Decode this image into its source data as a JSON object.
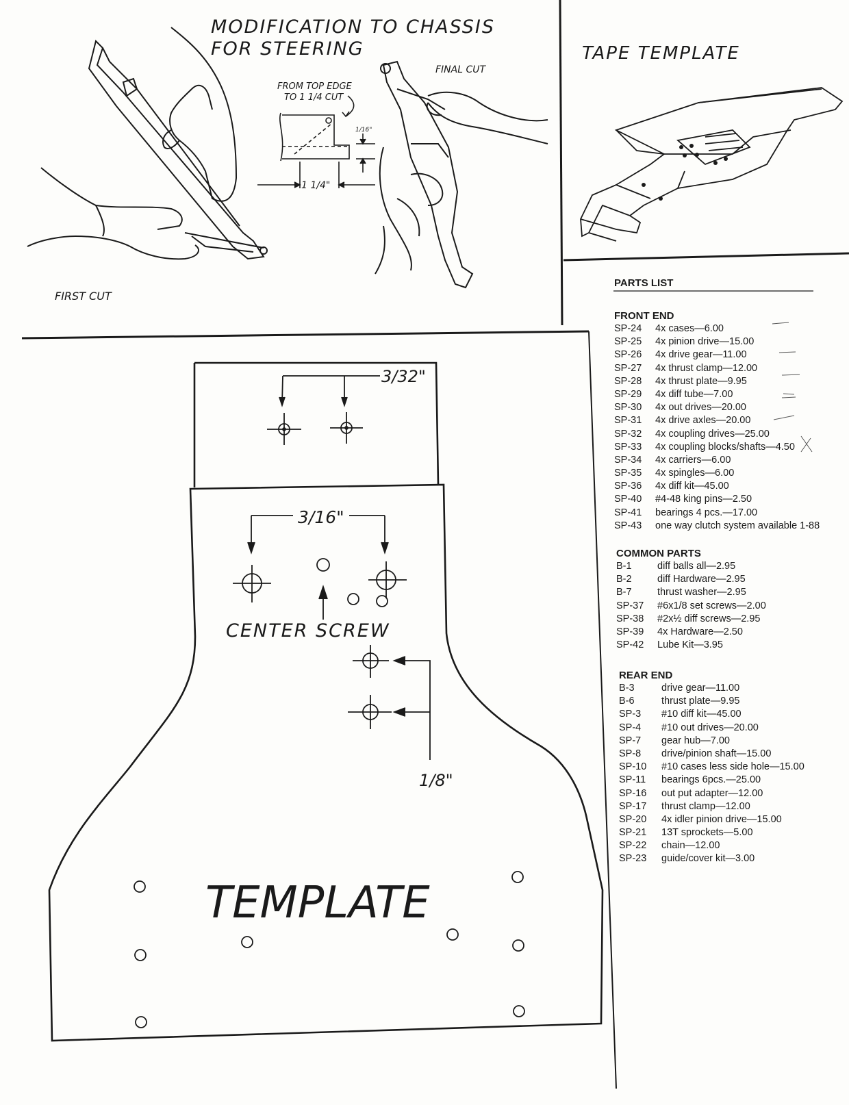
{
  "illustration": {
    "title_line1": "MODIFICATION TO CHASSIS",
    "title_line2": "FOR STEERING",
    "note_line1": "FROM TOP EDGE",
    "note_line2": "TO 1 1/4 CUT",
    "dim_cut": "1 1/4\"",
    "dim_small": "1/16\"",
    "first_cut": "FIRST CUT",
    "final_cut": "FINAL CUT"
  },
  "tape": {
    "title": "TAPE TEMPLATE"
  },
  "template": {
    "dim_top": "3/32\"",
    "dim_mid": "3/16\"",
    "center_screw": "CENTER SCREW",
    "dim_side": "1/8\"",
    "title": "TEMPLATE"
  },
  "parts_list": {
    "title": "PARTS LIST",
    "front_end": {
      "heading": "FRONT END",
      "items": [
        {
          "code": "SP-24",
          "desc": "4x cases—6.00"
        },
        {
          "code": "SP-25",
          "desc": "4x pinion drive—15.00"
        },
        {
          "code": "SP-26",
          "desc": "4x drive gear—11.00"
        },
        {
          "code": "SP-27",
          "desc": "4x thrust clamp—12.00"
        },
        {
          "code": "SP-28",
          "desc": "4x thrust plate—9.95"
        },
        {
          "code": "SP-29",
          "desc": "4x diff tube—7.00"
        },
        {
          "code": "SP-30",
          "desc": "4x out drives—20.00"
        },
        {
          "code": "SP-31",
          "desc": "4x drive axles—20.00"
        },
        {
          "code": "SP-32",
          "desc": "4x coupling drives—25.00"
        },
        {
          "code": "SP-33",
          "desc": "4x coupling blocks/shafts—4.50"
        },
        {
          "code": "SP-34",
          "desc": "4x carriers—6.00"
        },
        {
          "code": "SP-35",
          "desc": "4x spingles—6.00"
        },
        {
          "code": "SP-36",
          "desc": "4x diff kit—45.00"
        },
        {
          "code": "SP-40",
          "desc": "#4-48 king pins—2.50"
        },
        {
          "code": "SP-41",
          "desc": "bearings 4 pcs.—17.00"
        },
        {
          "code": "SP-43",
          "desc": "one way clutch system available 1-88"
        }
      ]
    },
    "common_parts": {
      "heading": "COMMON PARTS",
      "items": [
        {
          "code": "B-1",
          "desc": "diff balls all—2.95"
        },
        {
          "code": "B-2",
          "desc": "diff Hardware—2.95"
        },
        {
          "code": "B-7",
          "desc": "thrust washer—2.95"
        },
        {
          "code": "SP-37",
          "desc": "#6x1/8 set screws—2.00"
        },
        {
          "code": "SP-38",
          "desc": "#2x½ diff screws—2.95"
        },
        {
          "code": "SP-39",
          "desc": "4x Hardware—2.50"
        },
        {
          "code": "SP-42",
          "desc": "Lube Kit—3.95"
        }
      ]
    },
    "rear_end": {
      "heading": "REAR END",
      "items": [
        {
          "code": "B-3",
          "desc": "drive gear—11.00"
        },
        {
          "code": "B-6",
          "desc": "thrust plate—9.95"
        },
        {
          "code": "SP-3",
          "desc": "#10 diff kit—45.00"
        },
        {
          "code": "SP-4",
          "desc": "#10 out drives—20.00"
        },
        {
          "code": "SP-7",
          "desc": "gear hub—7.00"
        },
        {
          "code": "SP-8",
          "desc": "drive/pinion shaft—15.00"
        },
        {
          "code": "SP-10",
          "desc": "#10 cases less side hole—15.00"
        },
        {
          "code": "SP-11",
          "desc": "bearings 6pcs.—25.00"
        },
        {
          "code": "SP-16",
          "desc": "out put adapter—12.00"
        },
        {
          "code": "SP-17",
          "desc": "thrust clamp—12.00"
        },
        {
          "code": "SP-20",
          "desc": "4x idler pinion drive—15.00"
        },
        {
          "code": "SP-21",
          "desc": "13T sprockets—5.00"
        },
        {
          "code": "SP-22",
          "desc": "chain—12.00"
        },
        {
          "code": "SP-23",
          "desc": "guide/cover kit—3.00"
        }
      ]
    }
  }
}
